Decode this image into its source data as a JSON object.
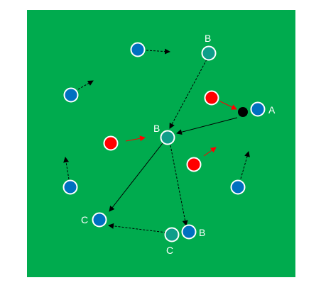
{
  "colors": {
    "pitch": "#00ab4e",
    "blue_player": "#0070c0",
    "teal_player": "#0f9e8a",
    "red_player": "#ff0000",
    "ball": "#000000",
    "outline": "#ffffff",
    "pass_line": "#000000",
    "red_run": "#ff0000"
  },
  "labels": {
    "b_top": "B",
    "a": "A",
    "b_center": "B",
    "c_left": "C",
    "b_bottom": "B",
    "c_bottom": "C"
  }
}
